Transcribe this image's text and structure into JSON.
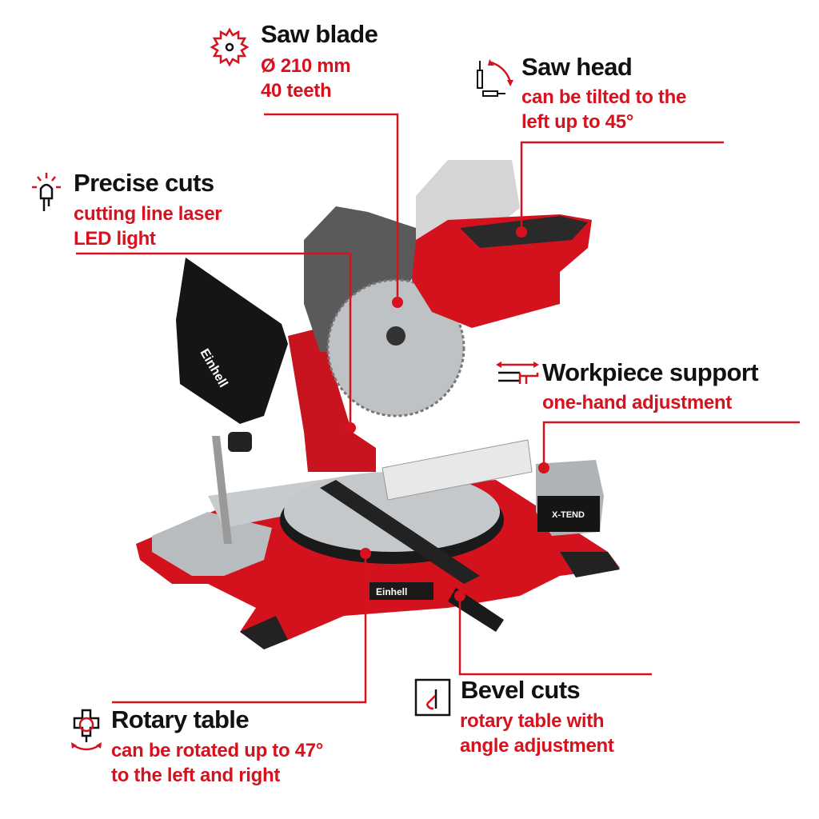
{
  "colors": {
    "accent": "#d5121e",
    "text": "#111111"
  },
  "features": {
    "saw_blade": {
      "icon": "saw-blade-icon",
      "title": "Saw blade",
      "lines": [
        "Ø 210 mm",
        "40 teeth"
      ]
    },
    "saw_head": {
      "icon": "tilt-angle-icon",
      "title": "Saw head",
      "lines": [
        "can be tilted to the",
        "left up to 45°"
      ]
    },
    "precise_cuts": {
      "icon": "laser-led-icon",
      "title": "Precise cuts",
      "lines": [
        "cutting line laser",
        "LED light"
      ]
    },
    "workpiece_support": {
      "icon": "extension-support-icon",
      "title": "Workpiece support",
      "lines": [
        "one-hand adjustment"
      ]
    },
    "bevel_cuts": {
      "icon": "bevel-angle-icon",
      "title": "Bevel cuts",
      "lines": [
        "rotary table with",
        "angle adjustment"
      ]
    },
    "rotary_table": {
      "icon": "rotary-table-icon",
      "title": "Rotary table",
      "lines": [
        "can be rotated up to 47°",
        "to the left and right"
      ]
    }
  },
  "product": {
    "brand_logo": "Einhell",
    "extension_label": "X-TEND"
  }
}
